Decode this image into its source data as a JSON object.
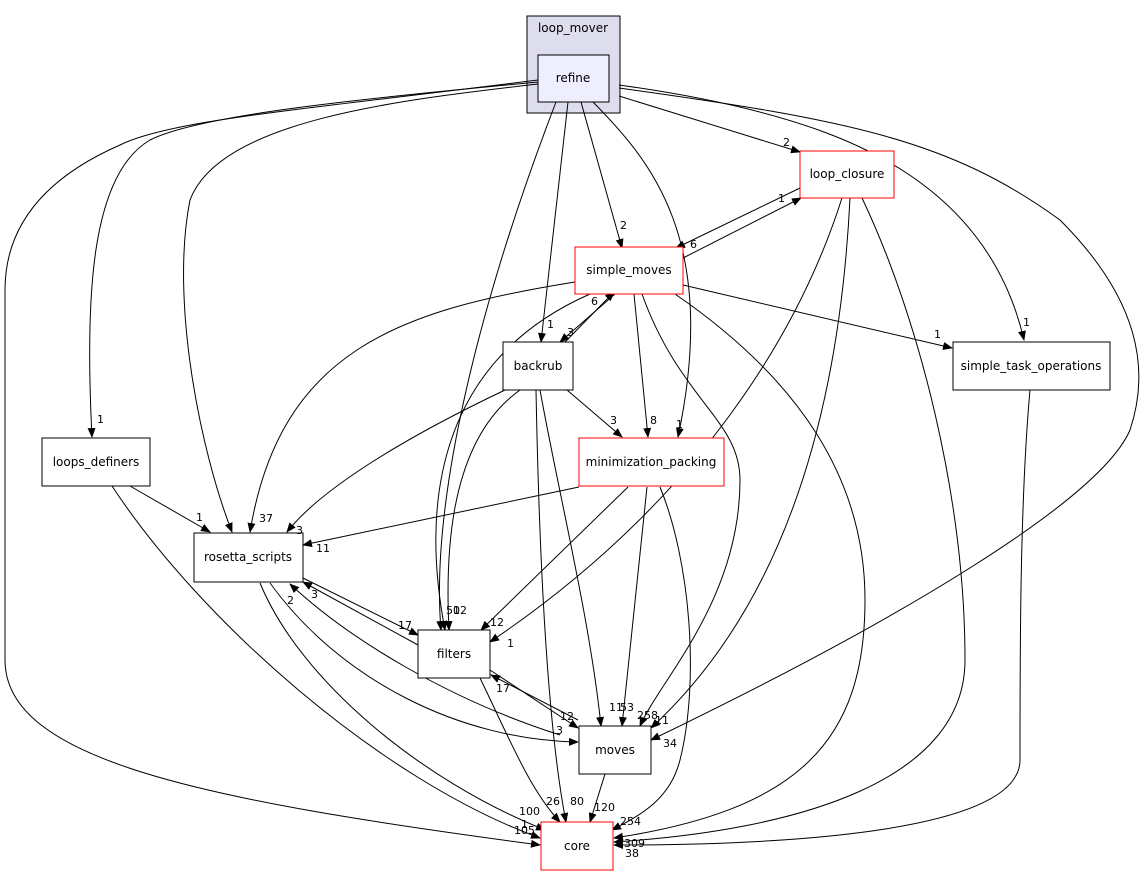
{
  "colors": {
    "cluster_fill": "#ddddee",
    "cluster_stroke": "#000000",
    "focus_fill": "#eeeeff",
    "normal_stroke": "#000000",
    "highlight_stroke": "#ff0000",
    "edge": "#000000"
  },
  "cluster": {
    "label": "loop_mover"
  },
  "nodes": {
    "refine": "refine",
    "loop_closure": "loop_closure",
    "simple_moves": "simple_moves",
    "backrub": "backrub",
    "simple_task_operations": "simple_task_operations",
    "loops_definers": "loops_definers",
    "minimization_packing": "minimization_packing",
    "rosetta_scripts": "rosetta_scripts",
    "filters": "filters",
    "moves": "moves",
    "core": "core"
  },
  "edge_labels": [
    "2",
    "1",
    "6",
    "2",
    "1",
    "3",
    "6",
    "1",
    "1",
    "8",
    "3",
    "1",
    "1",
    "1",
    "37",
    "3",
    "11",
    "17",
    "12",
    "50",
    "12",
    "1",
    "3",
    "2",
    "17",
    "12",
    "11",
    "53",
    "258",
    "11",
    "34",
    "3",
    "100",
    "1",
    "105",
    "26",
    "80",
    "120",
    "254",
    "309",
    "38"
  ]
}
